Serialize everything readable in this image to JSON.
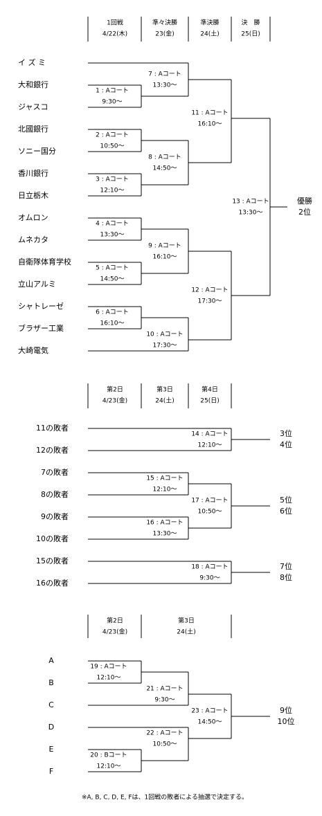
{
  "main": {
    "headers": [
      "1回戦",
      "4/22(木)",
      "準々決勝",
      "23(金)",
      "準決勝",
      "24(土)",
      "決　勝",
      "25(日)"
    ],
    "teams": [
      "イ ズ ミ",
      "大和銀行",
      "ジャスコ",
      "北國銀行",
      "ソニー国分",
      "香川銀行",
      "日立栃木",
      "オムロン",
      "ムネカタ",
      "自衛隊体育学校",
      "立山アルミ",
      "シャトレーゼ",
      "ブラザー工業",
      "大崎電気"
    ],
    "matches": [
      {
        "court": "1 : Aコート",
        "time": "9:30～"
      },
      {
        "court": "2 : Aコート",
        "time": "10:50～"
      },
      {
        "court": "3 : Aコート",
        "time": "12:10～"
      },
      {
        "court": "4 : Aコート",
        "time": "13:30～"
      },
      {
        "court": "5 : Aコート",
        "time": "14:50～"
      },
      {
        "court": "6 : Aコート",
        "time": "16:10～"
      },
      {
        "court": "7 : Aコート",
        "time": "13:30～"
      },
      {
        "court": "8 : Aコート",
        "time": "14:50～"
      },
      {
        "court": "9 : Aコート",
        "time": "16:10～"
      },
      {
        "court": "10 : Aコート",
        "time": "17:30～"
      },
      {
        "court": "11 : Aコート",
        "time": "16:10～"
      },
      {
        "court": "12 : Aコート",
        "time": "17:30～"
      },
      {
        "court": "13 : Aコート",
        "time": "13:30～"
      }
    ],
    "results": [
      "優勝",
      "2位"
    ]
  },
  "placement": {
    "headers": [
      "第2日",
      "4/23(金)",
      "第3日",
      "24(土)",
      "第4日",
      "25(日)"
    ],
    "entries": [
      "11の敗者",
      "12の敗者",
      "7の敗者",
      "8の敗者",
      "9の敗者",
      "10の敗者",
      "15の敗者",
      "16の敗者"
    ],
    "matches": [
      {
        "court": "14 : Aコート",
        "time": "12:10～"
      },
      {
        "court": "15 : Aコート",
        "time": "12:10～"
      },
      {
        "court": "16 : Aコート",
        "time": "13:30～"
      },
      {
        "court": "17 : Aコート",
        "time": "10:50～"
      },
      {
        "court": "18 : Aコート",
        "time": "9:30～"
      }
    ],
    "results": [
      "3位",
      "4位",
      "5位",
      "6位",
      "7位",
      "8位"
    ]
  },
  "lower": {
    "headers": [
      "第2日",
      "4/23(金)",
      "第3日",
      "24(土)"
    ],
    "entries": [
      "A",
      "B",
      "C",
      "D",
      "E",
      "F"
    ],
    "matches": [
      {
        "court": "19 : Aコート",
        "time": "12:10～"
      },
      {
        "court": "20 : Bコート",
        "time": "12:10～"
      },
      {
        "court": "21 : Aコート",
        "time": "9:30～"
      },
      {
        "court": "22 : Aコート",
        "time": "10:50～"
      },
      {
        "court": "23 : Aコート",
        "time": "14:50～"
      }
    ],
    "results": [
      "9位",
      "10位"
    ]
  },
  "footnote": "※A, B, C, D, E, Fは、1回戦の敗者による抽選で決定する。"
}
